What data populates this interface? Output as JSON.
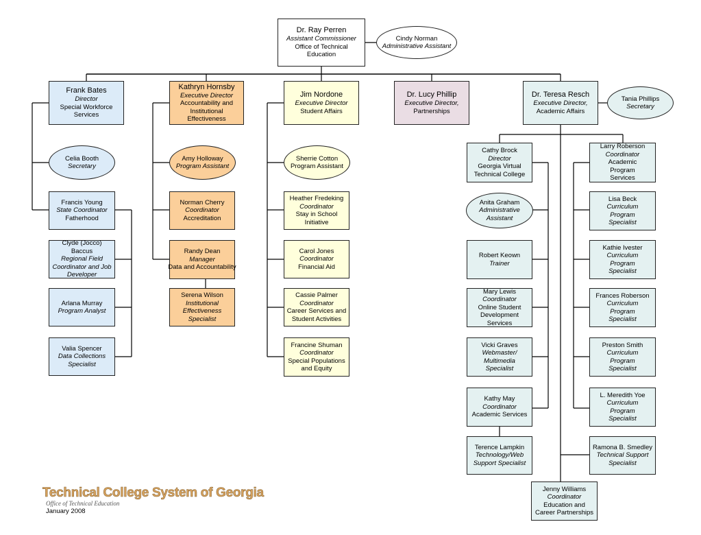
{
  "chart_title": {
    "name": "Dr. Ray Perren",
    "title": "Assistant Commissioner",
    "dept": "Office of Technical Education"
  },
  "assistant": {
    "name": "Cindy Norman",
    "title": "Administrative Assistant"
  },
  "divisions": {
    "bates": {
      "name": "Frank Bates",
      "title": "Director",
      "dept": "Special Workforce Services"
    },
    "hornsby": {
      "name": "Kathryn Hornsby",
      "title": "Executive Director",
      "dept": "Accountability and Institutional Effectiveness"
    },
    "nordone": {
      "name": "Jim Nordone",
      "title": "Executive Director",
      "dept": "Student Affairs"
    },
    "phillip": {
      "name": "Dr. Lucy Phillip",
      "title": "Executive Director,",
      "dept": "Partnerships"
    },
    "resch": {
      "name": "Dr. Teresa Resch",
      "title": "Executive Director,",
      "dept": "Academic Affairs"
    }
  },
  "bates_staff": {
    "booth": {
      "name": "Celia Booth",
      "title": "Secretary"
    },
    "young": {
      "name": "Francis Young",
      "title": "State Coordinator",
      "dept": "Fatherhood"
    },
    "baccus": {
      "name": "Clyde (Jocco) Baccus",
      "title": "Regional Field Coordinator and Job Developer"
    },
    "murray": {
      "name": "Arlana Murray",
      "title": "Program Analyst"
    },
    "spencer": {
      "name": "Valia Spencer",
      "title": "Data Collections Specialist"
    }
  },
  "hornsby_staff": {
    "holloway": {
      "name": "Amy Holloway",
      "title": "Program Assistant"
    },
    "cherry": {
      "name": "Norman Cherry",
      "title": "Coordinator",
      "dept": "Accreditation"
    },
    "dean": {
      "name": "Randy Dean",
      "title": "Manager",
      "dept": "Data and Accountability"
    },
    "wilson": {
      "name": "Serena Wilson",
      "title": "Institutional Effectiveness Specialist"
    }
  },
  "nordone_staff": {
    "cotton": {
      "name": "Sherrie Cotton",
      "dept": "Program Assistant"
    },
    "fredeking": {
      "name": "Heather Fredeking",
      "title": "Coordinator",
      "dept": "Stay in School Initiative"
    },
    "jones": {
      "name": "Carol Jones",
      "title": "Coordinator",
      "dept": "Financial Aid"
    },
    "palmer": {
      "name": "Cassie Palmer",
      "title": "Coordinator",
      "dept": "Career Services and Student Activities"
    },
    "shuman": {
      "name": "Francine Shuman",
      "title": "Coordinator",
      "dept": "Special Populations and Equity"
    }
  },
  "resch_staff": {
    "phillips": {
      "name": "Tania Phillips",
      "title": "Secretary"
    },
    "brock": {
      "name": "Cathy Brock",
      "title": "Director",
      "dept": "Georgia Virtual Technical College"
    },
    "graham": {
      "name": "Anita Graham",
      "title": "Administrative Assistant"
    },
    "keown": {
      "name": "Robert Keown",
      "title": "Trainer"
    },
    "lewis": {
      "name": "Mary Lewis",
      "title": "Coordinator",
      "dept": "Online Student Development Services"
    },
    "graves": {
      "name": "Vicki Graves",
      "title": "Webmaster/ Multimedia Specialist"
    },
    "may": {
      "name": "Kathy May",
      "title": "Coordinator",
      "dept": "Academic Services"
    },
    "lampkin": {
      "name": "Terence Lampkin",
      "title": "Technology/Web Support Specialist"
    },
    "roberson_l": {
      "name": "Larry Roberson",
      "title": "Coordinator",
      "dept": "Academic Program Services"
    },
    "beck": {
      "name": "Lisa Beck",
      "title": "Curriculum Program Specialist"
    },
    "ivester": {
      "name": "Kathie Ivester",
      "title": "Curriculum Program Specialist"
    },
    "roberson_f": {
      "name": "Frances Roberson",
      "title": "Curriculum Program Specialist"
    },
    "smith": {
      "name": "Preston Smith",
      "title": "Curriculum Program Specialist"
    },
    "yoe": {
      "name": "L. Meredith Yoe",
      "title": "Curriculum Program Specialist"
    },
    "smedley": {
      "name": "Ramona B. Smedley",
      "title": "Technical Support Specialist"
    },
    "williams": {
      "name": "Jenny Williams",
      "title": "Coordinator",
      "dept": "Education and Career Partnerships"
    }
  },
  "footer": {
    "logo_title": "Technical College System of Georgia",
    "logo_subtitle": "Office of Technical Education",
    "date": "January 2008"
  },
  "colors": {
    "bates": "#dcebf8",
    "hornsby": "#fbcf9a",
    "nordone": "#ffffdc",
    "phillip": "#eadde4",
    "resch": "#e4f1f1"
  }
}
